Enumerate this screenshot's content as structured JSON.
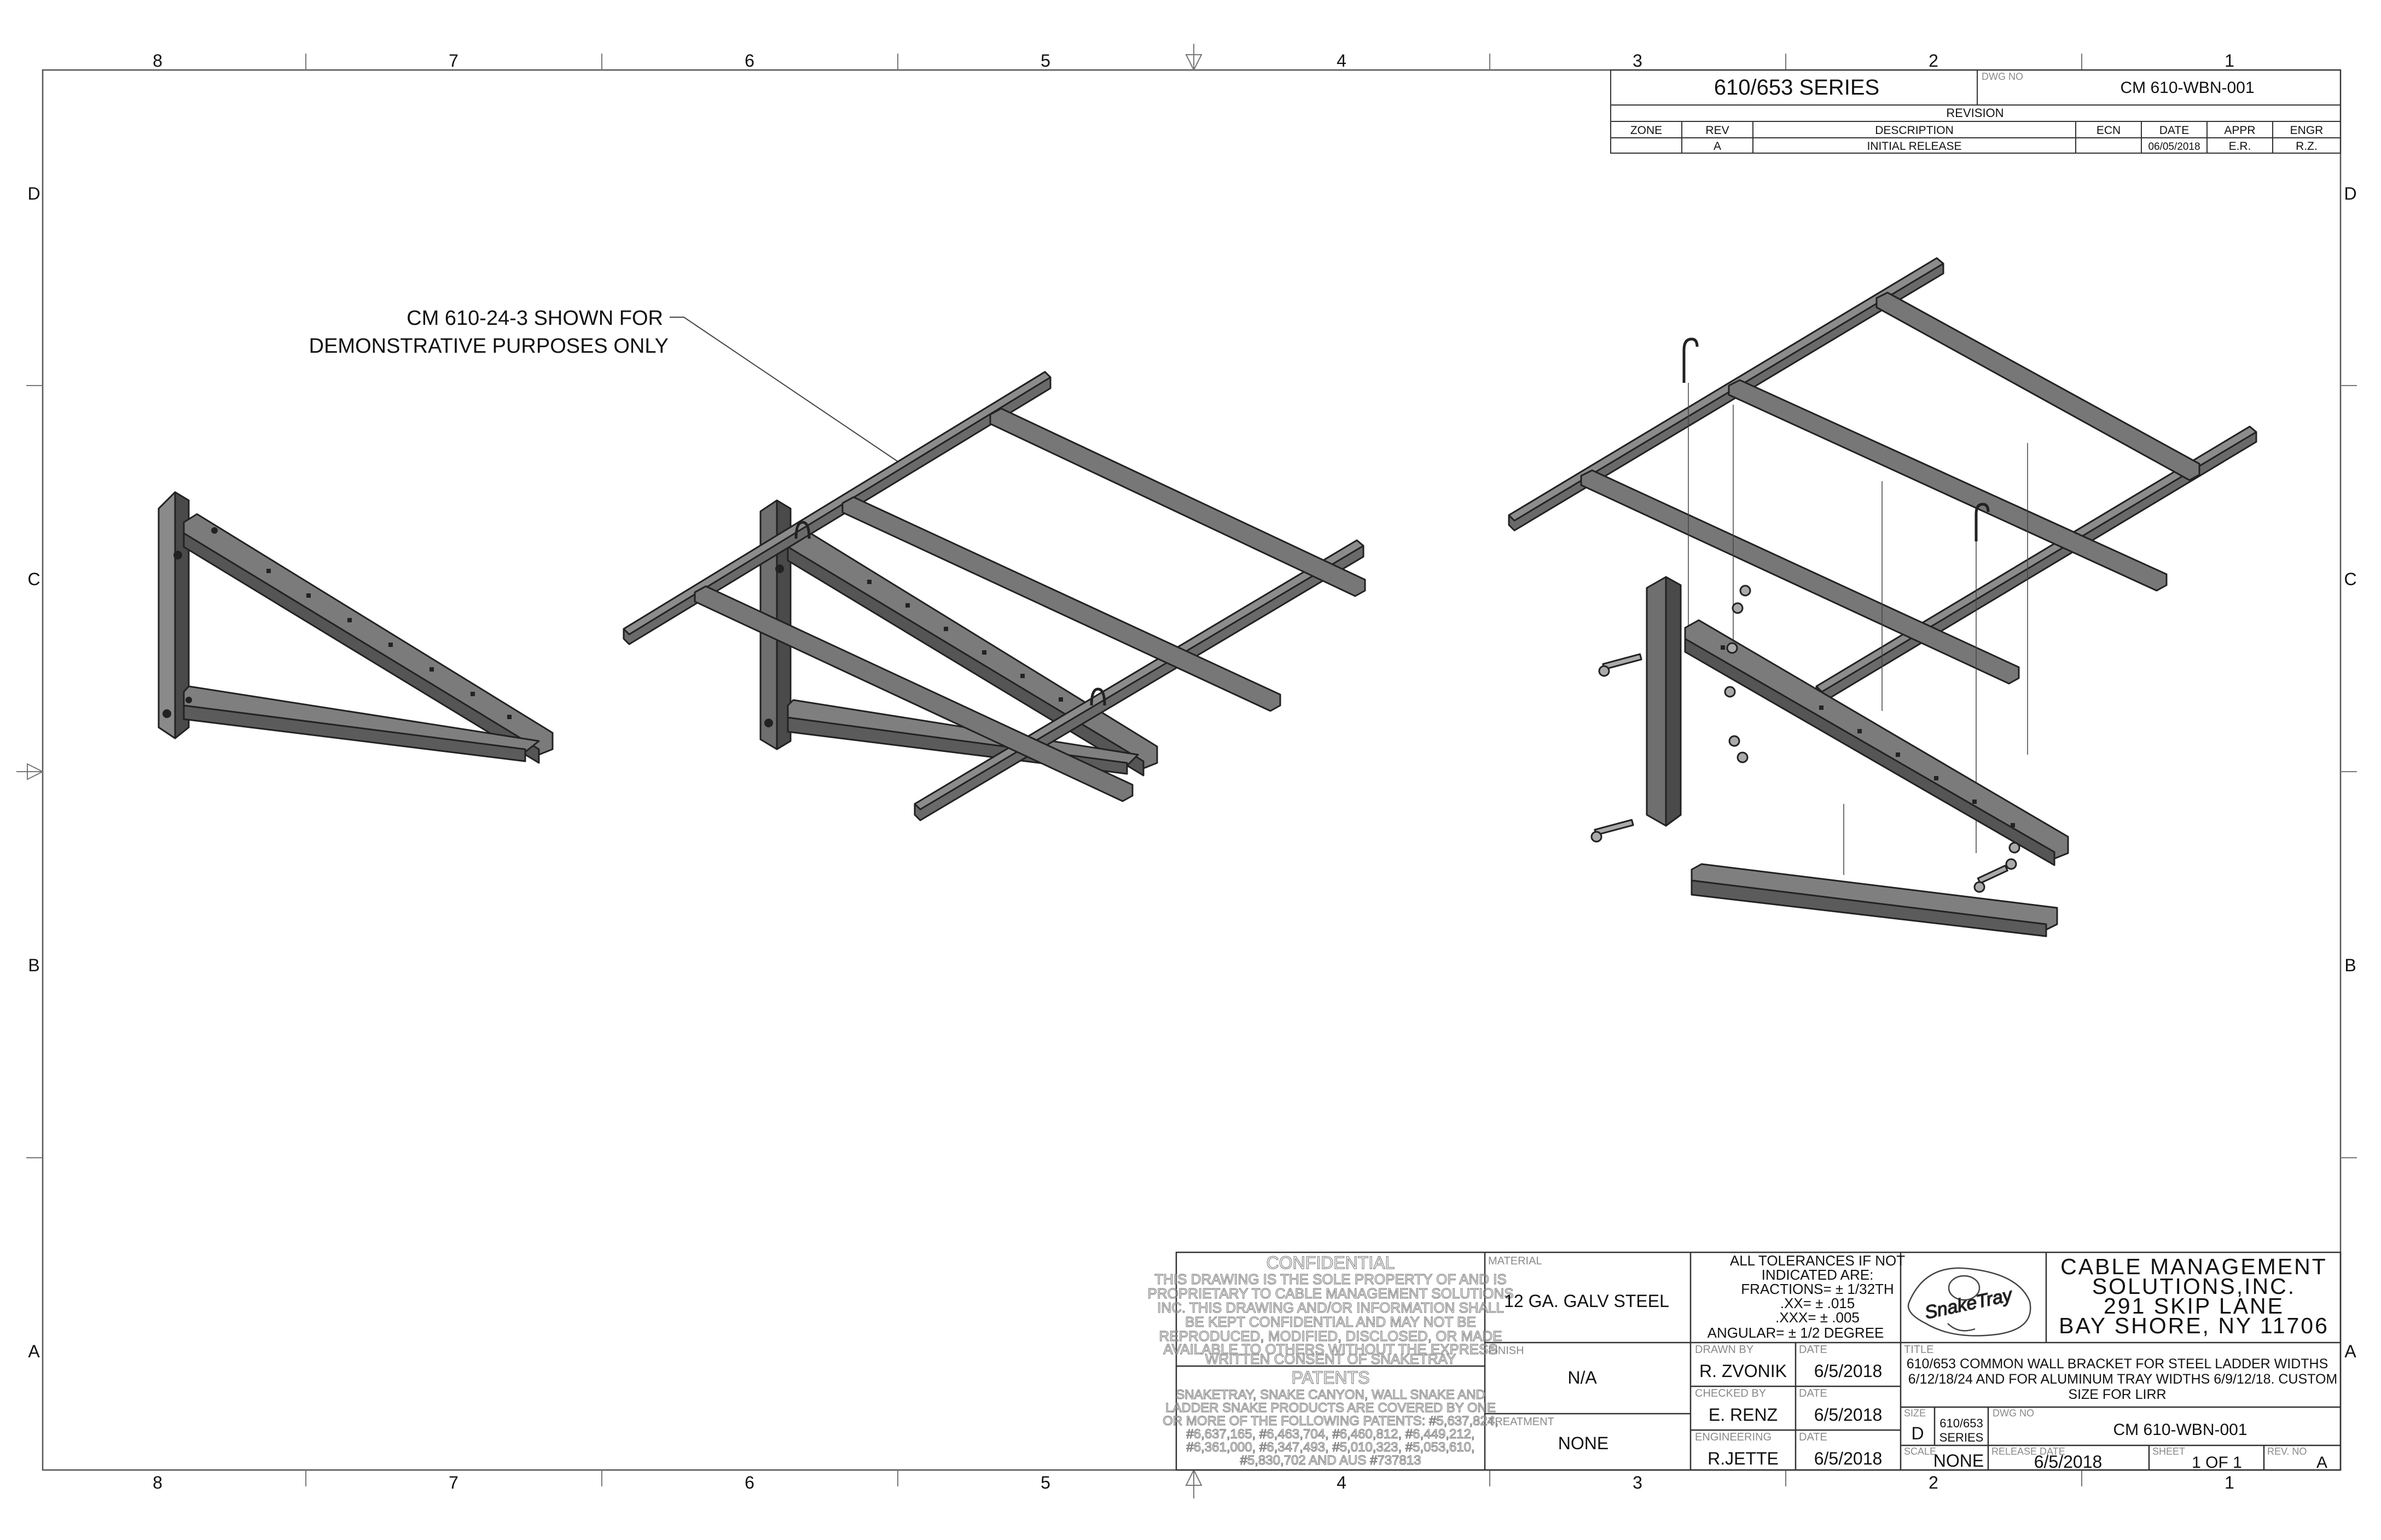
{
  "border": {
    "columns": [
      "8",
      "7",
      "6",
      "5",
      "4",
      "3",
      "2",
      "1"
    ],
    "rows": [
      "D",
      "C",
      "B",
      "A"
    ]
  },
  "revision_block": {
    "series": "610/653 SERIES",
    "dwg_no_label": "DWG NO",
    "dwg_no": "CM 610-WBN-001",
    "title": "REVISION",
    "headers": [
      "ZONE",
      "REV",
      "DESCRIPTION",
      "ECN",
      "DATE",
      "APPR",
      "ENGR"
    ],
    "rows": [
      {
        "zone": "",
        "rev": "A",
        "description": "INITIAL RELEASE",
        "ecn": "",
        "date": "06/05/2018",
        "appr": "E.R.",
        "engr": "R.Z."
      }
    ]
  },
  "callout": {
    "line1": "CM 610-24-3 SHOWN FOR",
    "line2": "DEMONSTRATIVE PURPOSES ONLY"
  },
  "title_block": {
    "confidential_title": "CONFIDENTIAL",
    "confidential_lines": [
      "THIS DRAWING IS THE SOLE PROPERTY OF AND IS",
      "PROPRIETARY TO CABLE MANAGEMENT SOLUTIONS",
      "INC. THIS DRAWING AND/OR INFORMATION SHALL",
      "BE KEPT CONFIDENTIAL AND MAY NOT BE",
      "REPRODUCED, MODIFIED, DISCLOSED, OR MADE",
      "AVAILABLE TO OTHERS WITHOUT THE EXPRESS",
      "WRITTEN CONSENT OF SNAKETRAY"
    ],
    "patents_title": "PATENTS",
    "patents_lines": [
      "SNAKETRAY, SNAKE CANYON, WALL SNAKE AND",
      "LADDER SNAKE PRODUCTS ARE COVERED BY ONE",
      "OR MORE OF THE FOLLOWING PATENTS: #5,637,824,",
      "#6,637,165, #6,463,704, #6,460,812, #6,449,212,",
      "#6,361,000, #6,347,493, #5,010,323, #5,053,610,",
      "#5,830,702 AND AUS #737813"
    ],
    "material_label": "MATERIAL",
    "material": "12 GA. GALV STEEL",
    "finish_label": "FINISH",
    "finish": "N/A",
    "treatment_label": "TREATMENT",
    "treatment": "NONE",
    "tolerances": [
      "ALL TOLERANCES IF NOT",
      "INDICATED ARE:",
      "FRACTIONS= ± 1/32TH",
      ".XX= ± .015",
      ".XXX= ± .005",
      "ANGULAR= ± 1/2 DEGREE"
    ],
    "drawn_by_label": "DRAWN BY",
    "drawn_by": "R. ZVONIK",
    "drawn_date": "6/5/2018",
    "checked_by_label": "CHECKED BY",
    "checked_by": "E. RENZ",
    "checked_date": "6/5/2018",
    "engineering_label": "ENGINEERING",
    "engineering": "R.JETTE",
    "engineering_date": "6/5/2018",
    "date_label": "DATE",
    "logo_text": "SnakeTray",
    "company_lines": [
      "CABLE MANAGEMENT",
      "SOLUTIONS,INC.",
      "291 SKIP LANE",
      "BAY SHORE, NY 11706"
    ],
    "title_label": "TITLE",
    "title_lines": [
      "610/653 COMMON WALL BRACKET FOR STEEL LADDER WIDTHS",
      "6/12/18/24 AND FOR ALUMINUM TRAY WIDTHS 6/9/12/18. CUSTOM",
      "SIZE FOR LIRR"
    ],
    "size_label": "SIZE",
    "size": "D",
    "series_line1": "610/653",
    "series_line2": "SERIES",
    "dwg_no_label": "DWG NO",
    "dwg_no": "CM 610-WBN-001",
    "scale_label": "SCALE",
    "scale": "NONE",
    "release_date_label": "RELEASE DATE",
    "release_date": "6/5/2018",
    "sheet_label": "SHEET",
    "sheet": "1 OF 1",
    "rev_no_label": "REV. NO",
    "rev_no": "A"
  }
}
